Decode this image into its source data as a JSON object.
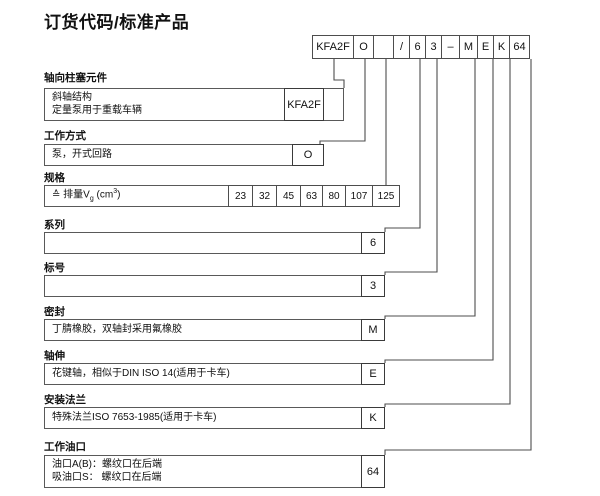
{
  "page": {
    "title": "订货代码/标准产品"
  },
  "code_string": {
    "cells": [
      {
        "text": "KFA2F",
        "width": 42
      },
      {
        "text": "O",
        "width": 21
      },
      {
        "text": "",
        "width": 21
      },
      {
        "text": "/",
        "width": 17
      },
      {
        "text": "6",
        "width": 17
      },
      {
        "text": "3",
        "width": 17
      },
      {
        "text": "–",
        "width": 19
      },
      {
        "text": "M",
        "width": 19
      },
      {
        "text": "E",
        "width": 17
      },
      {
        "text": "K",
        "width": 17
      },
      {
        "text": "64",
        "width": 21
      }
    ]
  },
  "sections": [
    {
      "key": "axial-piston-unit",
      "label": "轴向柱塞元件",
      "description": "斜轴结构\n定量泵用于重载车辆",
      "code": "KFA2F"
    },
    {
      "key": "operating-mode",
      "label": "工作方式",
      "description": "泵，开式回路",
      "code": "O"
    },
    {
      "key": "size",
      "label": "规格",
      "description": "≙ 排量V",
      "description_sub": "g",
      "description_tail": " (cm",
      "description_sup": "3",
      "description_end": ")",
      "sizes": [
        "23",
        "32",
        "45",
        "63",
        "80",
        "107",
        "125"
      ]
    },
    {
      "key": "series",
      "label": "系列",
      "description": "",
      "code": "6"
    },
    {
      "key": "index",
      "label": "标号",
      "description": "",
      "code": "3"
    },
    {
      "key": "sealing",
      "label": "密封",
      "description": "丁腈橡胶，双轴封采用氟橡胶",
      "code": "M"
    },
    {
      "key": "shaft-end",
      "label": "轴伸",
      "description": "花键轴，相似于DIN ISO 14(适用于卡车)",
      "code": "E"
    },
    {
      "key": "mounting-flange",
      "label": "安装法兰",
      "description": "特殊法兰ISO 7653-1985(适用于卡车)",
      "code": "K"
    },
    {
      "key": "working-port",
      "label": "工作油口",
      "description": "油口A(B)：螺纹口在后端\n吸油口S： 螺纹口在后端",
      "code": "64"
    }
  ],
  "colors": {
    "line": "#4d4d4d",
    "text": "#111111",
    "background": "#ffffff"
  }
}
